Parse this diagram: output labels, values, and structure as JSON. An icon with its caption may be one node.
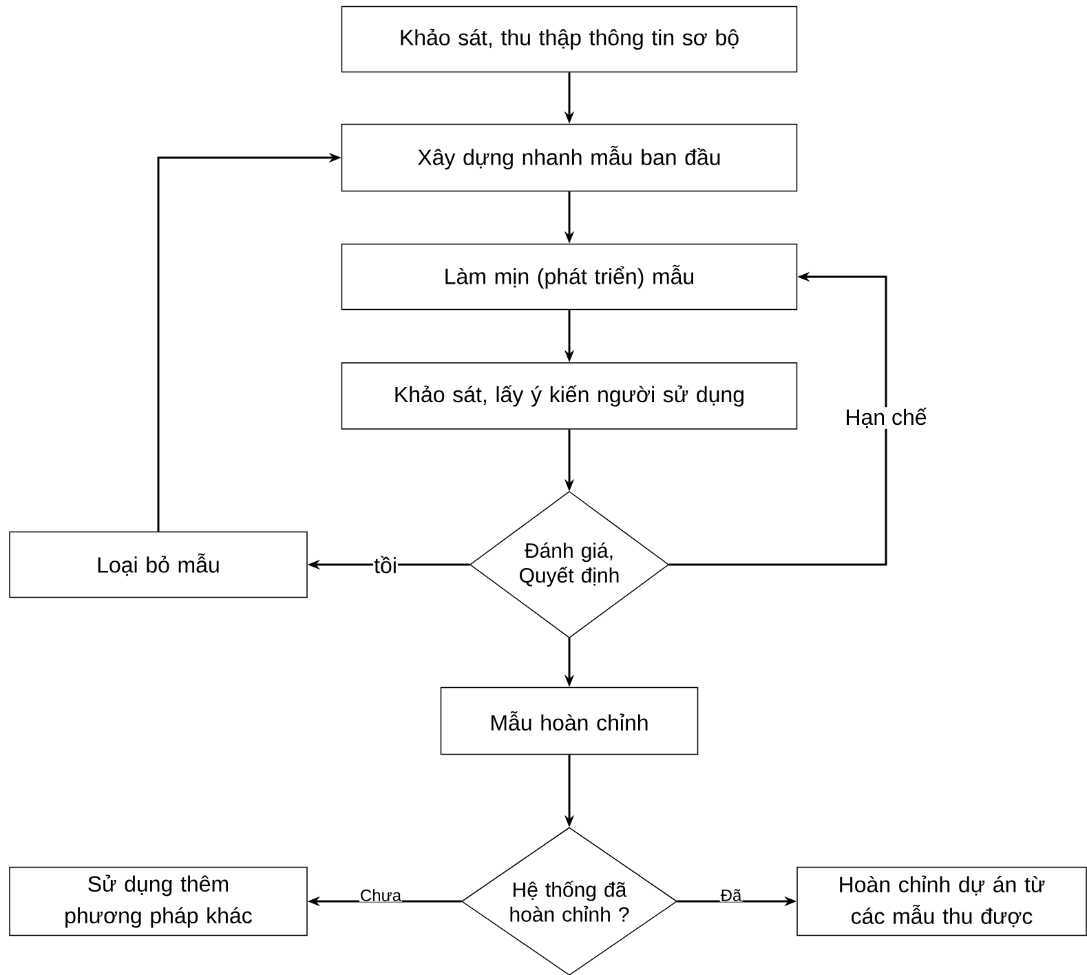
{
  "diagram": {
    "nodes": [
      {
        "text": [
          "Khảo sát, thu thập thông tin sơ bộ"
        ]
      },
      {
        "text": [
          "Xây dựng nhanh mẫu ban đầu"
        ]
      },
      {
        "text": [
          "Làm mịn (phát triển) mẫu"
        ]
      },
      {
        "text": [
          "Khảo sát, lấy ý kiến người sử dụng"
        ]
      },
      {
        "text": [
          "Đánh giá, Quyết định"
        ]
      },
      {
        "text": [
          "Loại bỏ mẫu"
        ]
      },
      {
        "text": [
          "Mẫu hoàn chỉnh"
        ]
      },
      {
        "text": [
          "Hệ thống đã hoàn chỉnh ?"
        ]
      },
      {
        "text": [
          "Sử dụng thêm phương pháp khác"
        ]
      },
      {
        "text": [
          "Hoàn chỉnh dự án từ các mẫu thu được"
        ]
      }
    ],
    "edges": [
      {
        "from": 0,
        "to": 1,
        "arrow": "to"
      },
      {
        "from": 1,
        "to": 2,
        "arrow": "to"
      },
      {
        "from": 2,
        "to": 3,
        "arrow": "to"
      },
      {
        "from": 3,
        "to": 4,
        "arrow": "to"
      },
      {
        "from": 4,
        "to": 5,
        "arrow": "to",
        "label": "tồi"
      },
      {
        "from": 5,
        "to": 1,
        "arrow": "to"
      },
      {
        "from": 4,
        "to": 2,
        "arrow": "to",
        "label": "Hạn chế"
      },
      {
        "from": 4,
        "to": 6,
        "arrow": "to"
      },
      {
        "from": 6,
        "to": 7,
        "arrow": "to"
      },
      {
        "from": 7,
        "to": 8,
        "arrow": "to",
        "label": "Chưa"
      },
      {
        "from": 7,
        "to": 9,
        "arrow": "to",
        "label": "Đã"
      }
    ]
  }
}
